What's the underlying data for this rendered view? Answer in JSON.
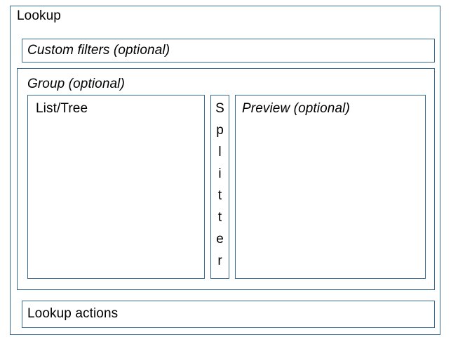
{
  "diagram": {
    "title": "Lookup",
    "border_color": "#35698f",
    "background_color": "#ffffff",
    "text_color": "#000000",
    "outer": {
      "label": "Lookup"
    },
    "custom_filters": {
      "label": "Custom filters (optional)"
    },
    "group": {
      "label": "Group (optional)",
      "list_tree": {
        "label": "List/Tree"
      },
      "splitter": {
        "label": "Splitter",
        "letters": [
          "S",
          "p",
          "l",
          "i",
          "t",
          "t",
          "e",
          "r"
        ]
      },
      "preview": {
        "label": "Preview (optional)"
      }
    },
    "lookup_actions": {
      "label": "Lookup actions"
    }
  }
}
